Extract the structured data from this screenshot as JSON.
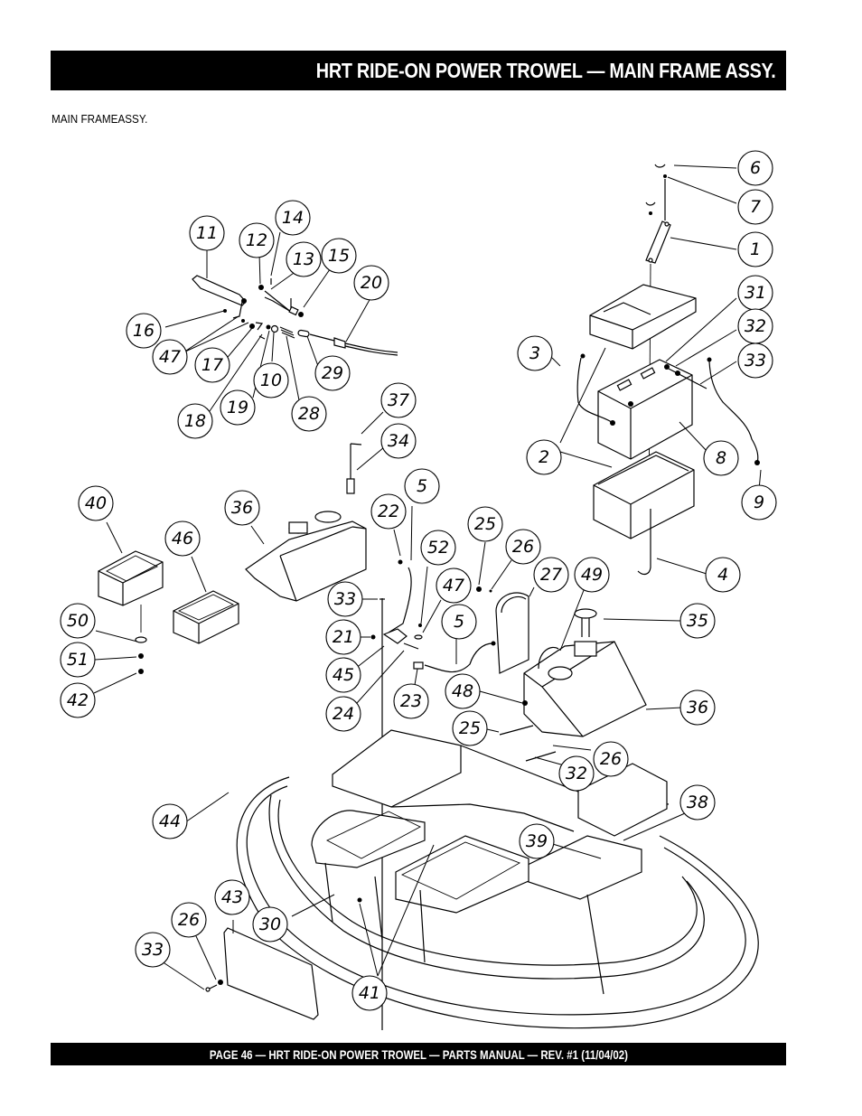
{
  "header": {
    "title": "HRT RIDE-ON POWER TROWEL  — MAIN FRAME  ASSY."
  },
  "section": {
    "label": "MAIN FRAMEASSY."
  },
  "footer": {
    "text": "PAGE 46 — HRT RIDE-ON POWER TROWEL — PARTS MANUAL — REV. #1  (11/04/02)"
  },
  "diagram": {
    "name": "main-frame-assembly-exploded-view",
    "callouts": [
      {
        "label": "6"
      },
      {
        "label": "7"
      },
      {
        "label": "1"
      },
      {
        "label": "31"
      },
      {
        "label": "32"
      },
      {
        "label": "33"
      },
      {
        "label": "3"
      },
      {
        "label": "2"
      },
      {
        "label": "8"
      },
      {
        "label": "9"
      },
      {
        "label": "4"
      },
      {
        "label": "11"
      },
      {
        "label": "12"
      },
      {
        "label": "14"
      },
      {
        "label": "13"
      },
      {
        "label": "15"
      },
      {
        "label": "20"
      },
      {
        "label": "16"
      },
      {
        "label": "47"
      },
      {
        "label": "17"
      },
      {
        "label": "18"
      },
      {
        "label": "19"
      },
      {
        "label": "10"
      },
      {
        "label": "28"
      },
      {
        "label": "29"
      },
      {
        "label": "37"
      },
      {
        "label": "34"
      },
      {
        "label": "40"
      },
      {
        "label": "46"
      },
      {
        "label": "36"
      },
      {
        "label": "22"
      },
      {
        "label": "5"
      },
      {
        "label": "25"
      },
      {
        "label": "26"
      },
      {
        "label": "52"
      },
      {
        "label": "27"
      },
      {
        "label": "49"
      },
      {
        "label": "47"
      },
      {
        "label": "33"
      },
      {
        "label": "21"
      },
      {
        "label": "5"
      },
      {
        "label": "35"
      },
      {
        "label": "50"
      },
      {
        "label": "51"
      },
      {
        "label": "42"
      },
      {
        "label": "45"
      },
      {
        "label": "24"
      },
      {
        "label": "23"
      },
      {
        "label": "48"
      },
      {
        "label": "36"
      },
      {
        "label": "25"
      },
      {
        "label": "26"
      },
      {
        "label": "32"
      },
      {
        "label": "44"
      },
      {
        "label": "38"
      },
      {
        "label": "39"
      },
      {
        "label": "43"
      },
      {
        "label": "26"
      },
      {
        "label": "30"
      },
      {
        "label": "33"
      },
      {
        "label": "41"
      }
    ]
  }
}
